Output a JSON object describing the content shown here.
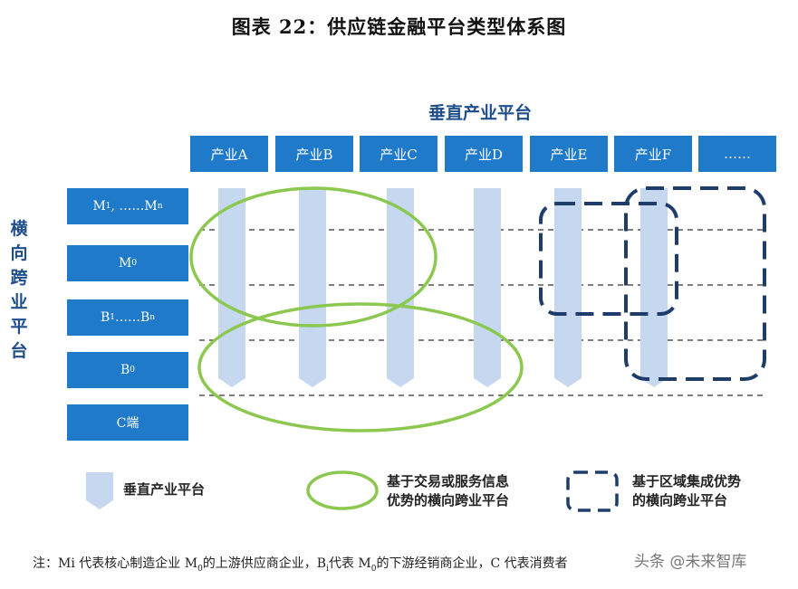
{
  "title": "图表 22：供应链金融平台类型体系图",
  "vertical_header": "垂直产业平台",
  "horizontal_header": [
    "横",
    "向",
    "跨",
    "业",
    "平",
    "台"
  ],
  "industries": [
    "产业A",
    "产业B",
    "产业C",
    "产业D",
    "产业E",
    "产业F",
    "……"
  ],
  "rows": {
    "r1": {
      "a": "M",
      "a_sub": "1",
      "mid": ", ……M",
      "b_sub": "n"
    },
    "r2": {
      "a": "M",
      "a_sub": "0"
    },
    "r3": {
      "a": "B",
      "a_sub": "1",
      "mid": "……B",
      "b_sub": "n"
    },
    "r4": {
      "a": "B",
      "a_sub": "0"
    },
    "r5": "C端"
  },
  "legend": {
    "vertical": "垂直产业平台",
    "info_line1": "基于交易或服务信息",
    "info_line2": "优势的横向跨业平台",
    "region_line1": "基于区域集成优势",
    "region_line2": "的横向跨业平台"
  },
  "note": {
    "p1": "注：Mi 代表核心制造企业 M",
    "p1_sub": "0",
    "p2": "的上游供应商企业，B",
    "p2_sub": "i",
    "p3": "代表 M",
    "p3_sub": "0",
    "p4": "的下游经销商企业，C 代表消费者"
  },
  "watermark": "头条 @未来智库",
  "colors": {
    "box": "#1f7ac9",
    "header": "#1f4e8c",
    "arrow": "#c5d8ef",
    "green": "#8cc850",
    "dashed": "#1f3d6b"
  }
}
